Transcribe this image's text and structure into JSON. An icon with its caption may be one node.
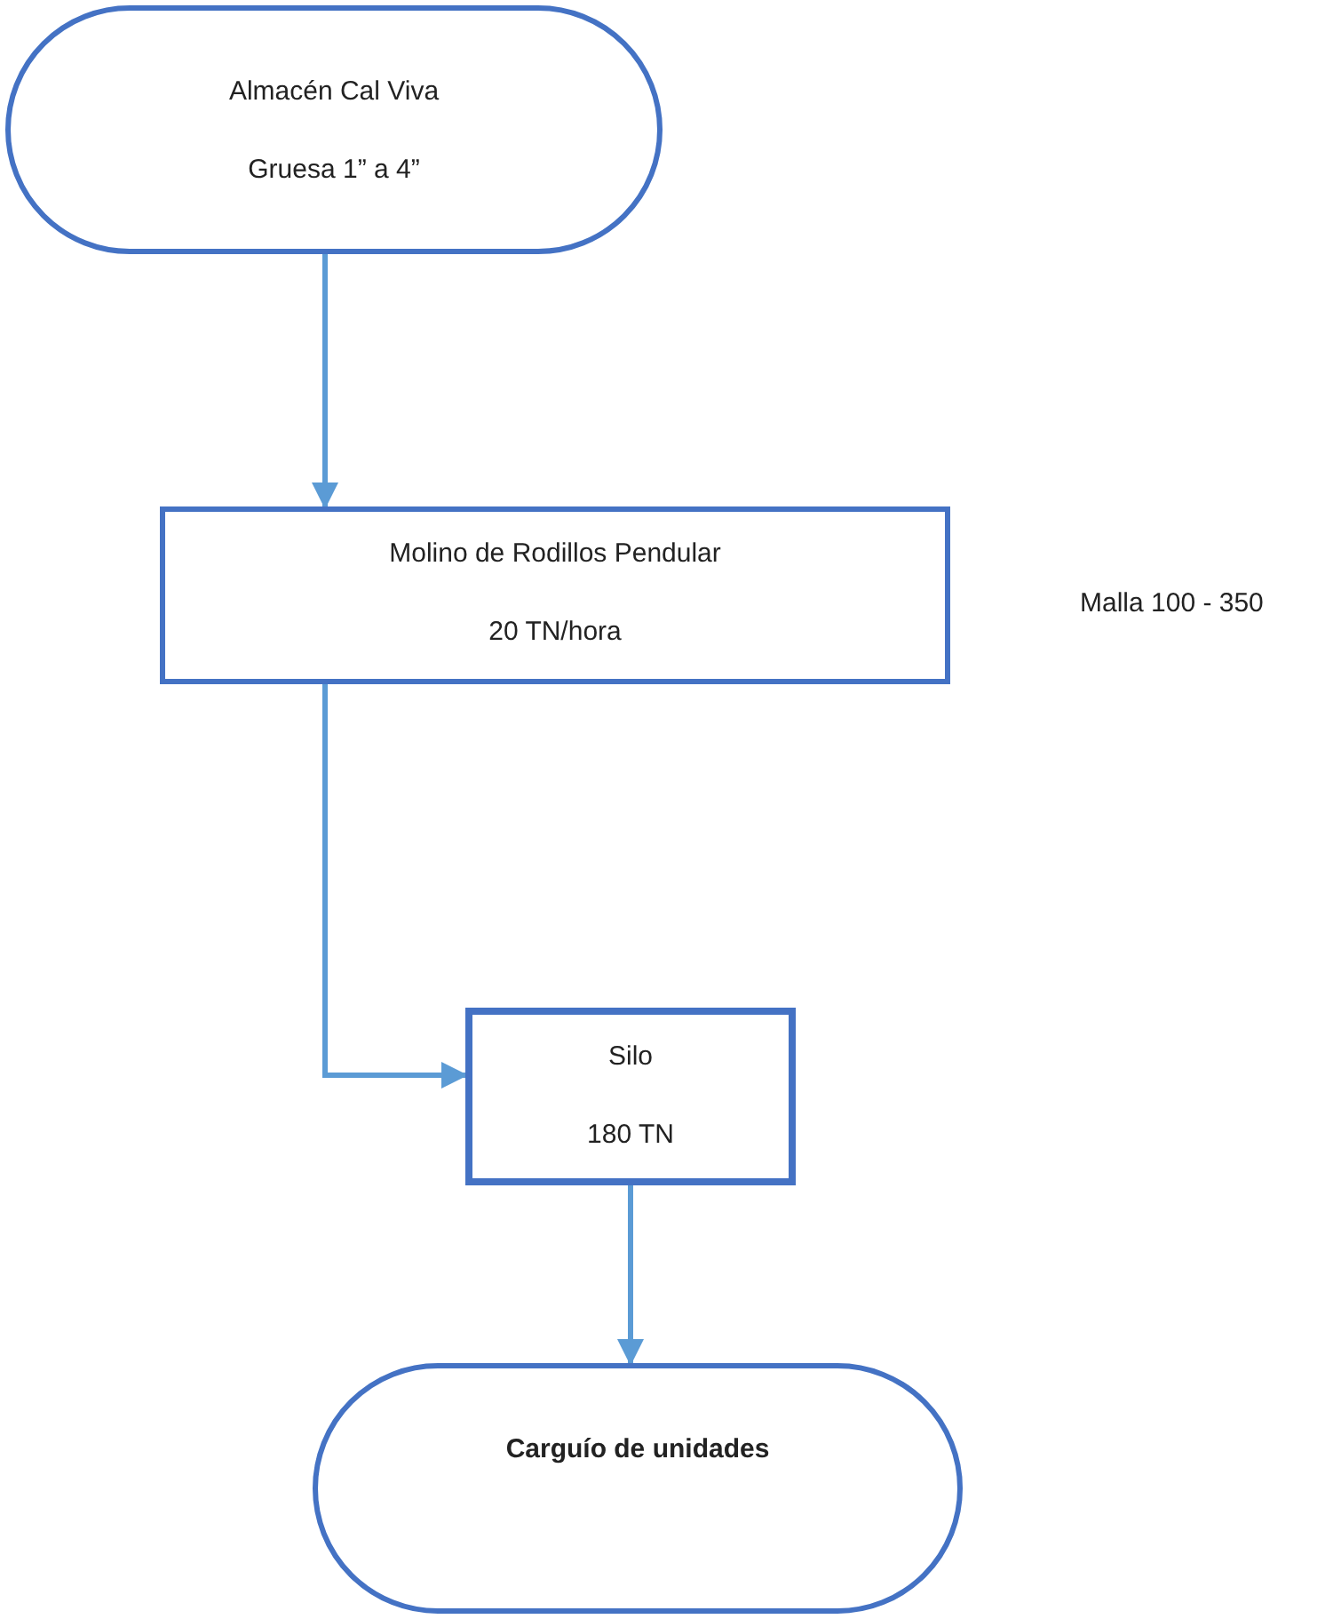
{
  "diagram": {
    "nodes": [
      {
        "text": [
          "Almacén Cal Viva",
          "Gruesa 1” a 4”"
        ]
      },
      {
        "text": [
          "Molino de Rodillos Pendular",
          "20 TN/hora"
        ]
      },
      {
        "text": [
          "Silo",
          "180 TN"
        ]
      },
      {
        "text": [
          "Carguío de unidades"
        ]
      }
    ],
    "edges": [
      {
        "from": 0,
        "to": 1,
        "arrow": "to"
      },
      {
        "from": 1,
        "to": 2,
        "arrow": "to"
      },
      {
        "from": 2,
        "to": 3,
        "arrow": "to"
      }
    ],
    "labels": [
      "Malla 100 - 350"
    ]
  }
}
